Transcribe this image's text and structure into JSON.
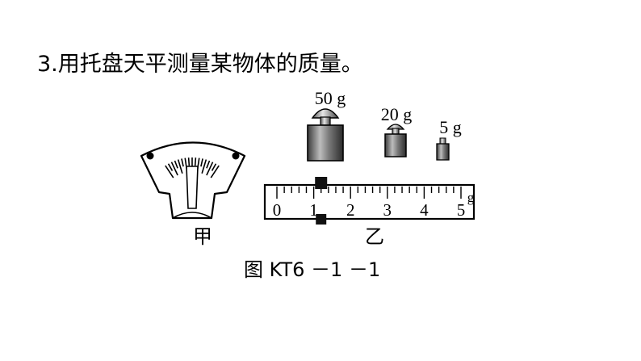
{
  "question": {
    "text": "3.用托盘天平测量某物体的质量。"
  },
  "labels": {
    "jia": "甲",
    "yi": "乙"
  },
  "weights": [
    {
      "label": "50 g"
    },
    {
      "label": "20 g"
    },
    {
      "label": "5 g"
    }
  ],
  "scale": {
    "min": 0,
    "max": 5,
    "unit": "g",
    "minor_divisions": 5,
    "tick_labels": [
      "0",
      "1",
      "2",
      "3",
      "4",
      "5"
    ],
    "rider_value": 1.2
  },
  "caption": "图 KT6 －1 －1"
}
